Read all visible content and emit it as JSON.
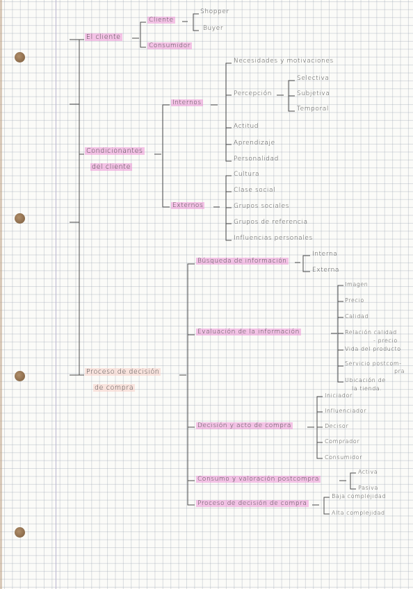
{
  "root": {
    "cliente": {
      "label": "El cliente",
      "cliente": {
        "label": "Cliente",
        "children": [
          "Shopper",
          "Buyer"
        ]
      },
      "consumidor": "Consumidor"
    },
    "condicionantes": {
      "label_line1": "Condicionantes",
      "label_line2": "del cliente",
      "internos": {
        "label": "Internos",
        "necesidades": "Necesidades y motivaciones",
        "percepcion": {
          "label": "Percepción",
          "children": [
            "Selectiva",
            "Subjetiva",
            "Temporal"
          ]
        },
        "actitud": "Actitud",
        "aprendizaje": "Aprendizaje",
        "personalidad": "Personalidad"
      },
      "externos": {
        "label": "Externos",
        "children": [
          "Cultura",
          "Clase social",
          "Grupos sociales",
          "Grupos de referencia",
          "Influencias personales"
        ]
      }
    },
    "proceso": {
      "label_line1": "Proceso de decisión",
      "label_line2": "de compra",
      "busqueda": {
        "label": "Búsqueda de información",
        "children": [
          "Interna",
          "Externa"
        ]
      },
      "evaluacion": {
        "label": "Evaluación de la información",
        "imagen": "Imagen",
        "precio": "Precio",
        "calidad": "Calidad",
        "relacion_1": "Relación calidad",
        "relacion_2": "- precio",
        "vida": "Vida del producto",
        "servicio_1": "Servicio postcom-",
        "servicio_2": "pra",
        "ubicacion_1": "Ubicación de",
        "ubicacion_2": "la tienda."
      },
      "decision": {
        "label": "Decisión y acto de compra",
        "children": [
          "Iniciador",
          "Influenciador",
          "Decisor",
          "Comprador",
          "Consumidor"
        ]
      },
      "consumo": {
        "label": "Consumo y valoración postcompra",
        "children": [
          "Activa",
          "Pasiva"
        ]
      },
      "tipos": {
        "label": "Proceso de decisión de compra",
        "children": [
          "Baja complejidad",
          "Alta complejidad"
        ]
      }
    }
  }
}
